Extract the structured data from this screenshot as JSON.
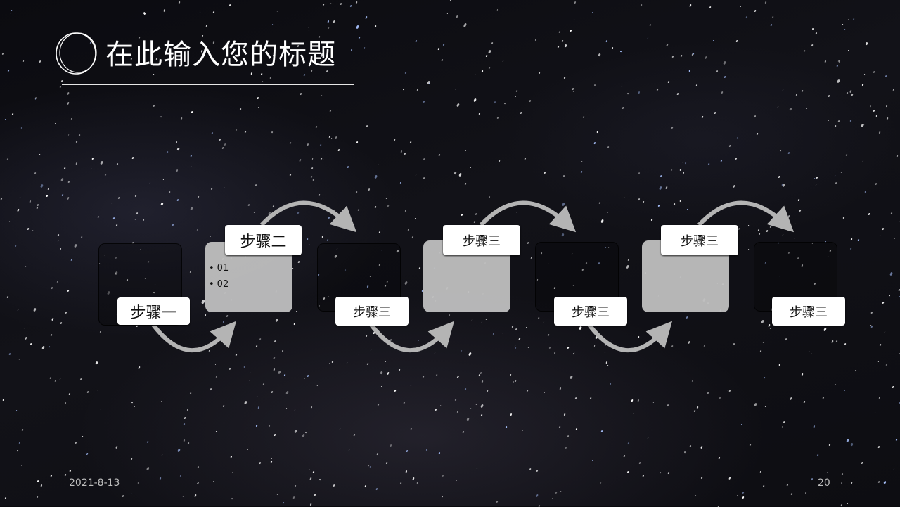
{
  "slide": {
    "title": "在此输入您的标题",
    "date": "2021-8-13",
    "page_number": "20",
    "colors": {
      "background": "#0a0a0e",
      "title_text": "#ffffff",
      "label_bg": "#ffffff",
      "light_box": "#bdbdbd",
      "arrow": "#b4b4b4",
      "footer_text": "#bdbdbd"
    }
  },
  "process": {
    "steps": [
      {
        "label": "步骤一",
        "position": "below"
      },
      {
        "label": "步骤二",
        "position": "above",
        "bullets": [
          "01",
          "02"
        ]
      },
      {
        "label": "步骤三",
        "position": "below"
      },
      {
        "label": "步骤三",
        "position": "above"
      },
      {
        "label": "步骤三",
        "position": "below"
      },
      {
        "label": "步骤三",
        "position": "above"
      },
      {
        "label": "步骤三",
        "position": "below"
      }
    ]
  }
}
